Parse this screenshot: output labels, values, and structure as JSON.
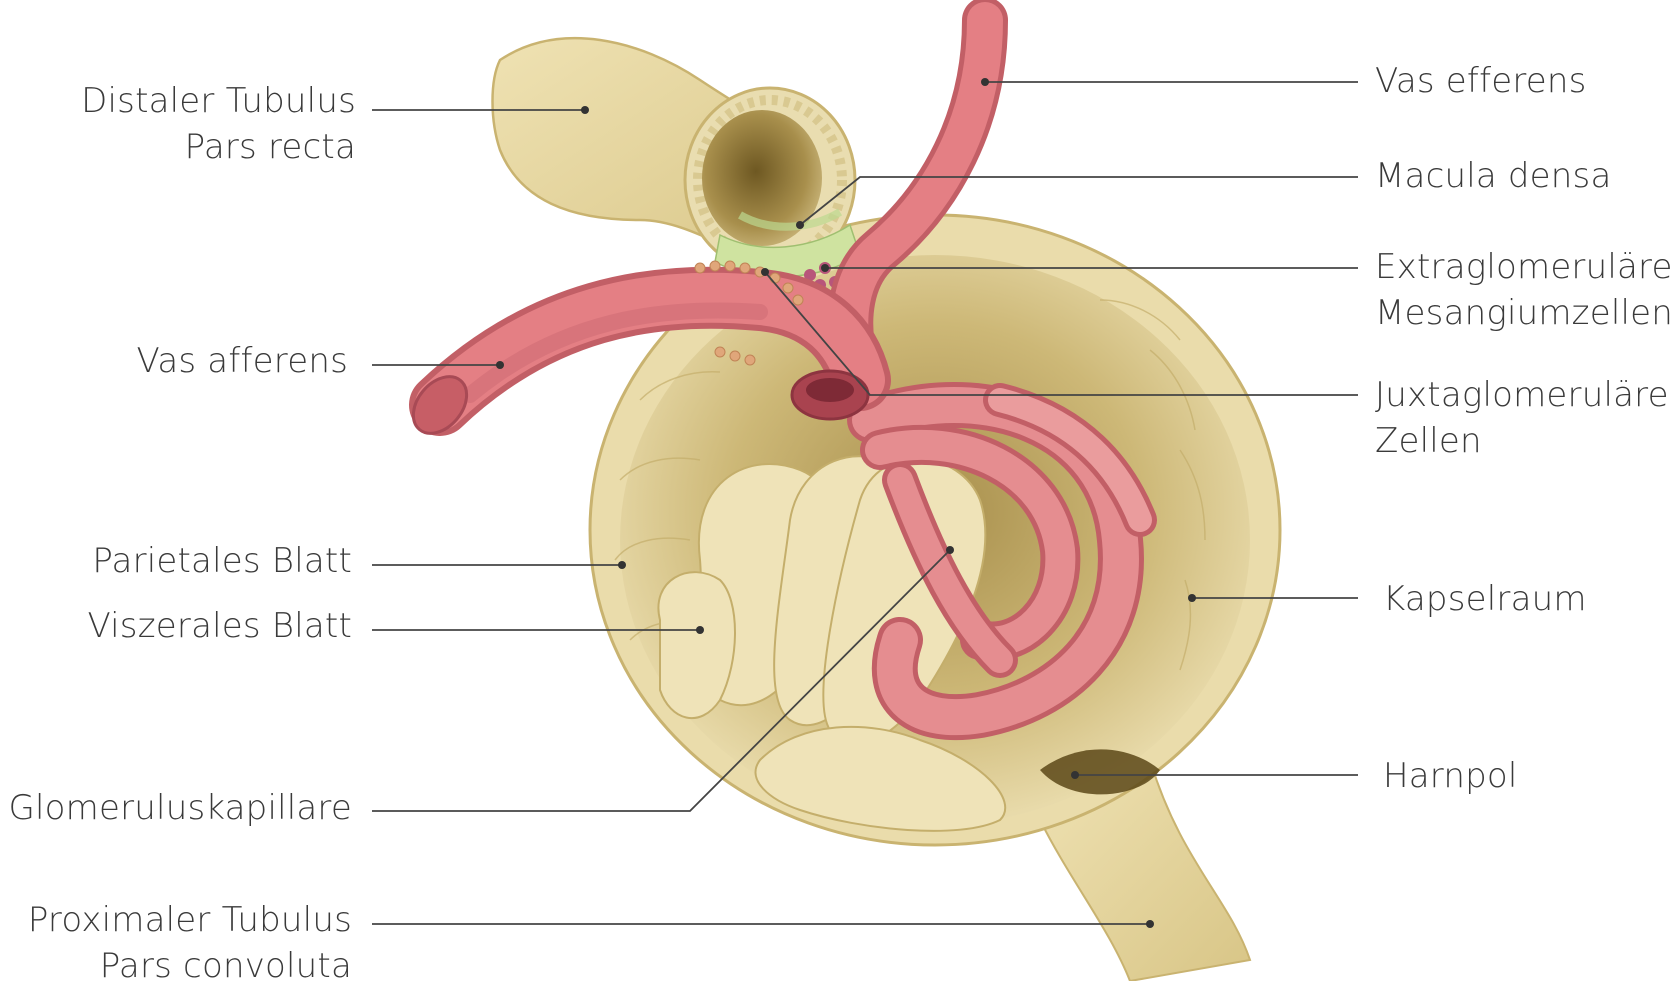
{
  "labels": {
    "distaler_tubulus": [
      "Distaler Tubulus",
      "Pars recta"
    ],
    "vas_afferens": [
      "Vas afferens"
    ],
    "parietales_blatt": [
      "Parietales Blatt"
    ],
    "viszerales_blatt": [
      "Viszerales Blatt"
    ],
    "glomeruluskapillare": [
      "Glomeruluskapillare"
    ],
    "proximaler_tubulus": [
      "Proximaler Tubulus",
      "Pars convoluta"
    ],
    "vas_efferens": [
      "Vas efferens"
    ],
    "macula_densa": [
      "Macula densa"
    ],
    "extraglomerulaere": [
      "Extraglomeruläre",
      "Mesangiumzellen"
    ],
    "juxtaglomerulaere": [
      "Juxtaglomeruläre",
      "Zellen"
    ],
    "kapselraum": [
      "Kapselraum"
    ],
    "harnpol": [
      "Harnpol"
    ]
  },
  "colors": {
    "capsule": "#e7d9a6",
    "capsule_dark": "#b9a265",
    "capsule_inner": "#8d7638",
    "vessel": "#dd7e80",
    "vessel_dark": "#c25f66",
    "macula": "#cfe3a0",
    "mesangial": "#b8557a",
    "leader": "#444444"
  }
}
